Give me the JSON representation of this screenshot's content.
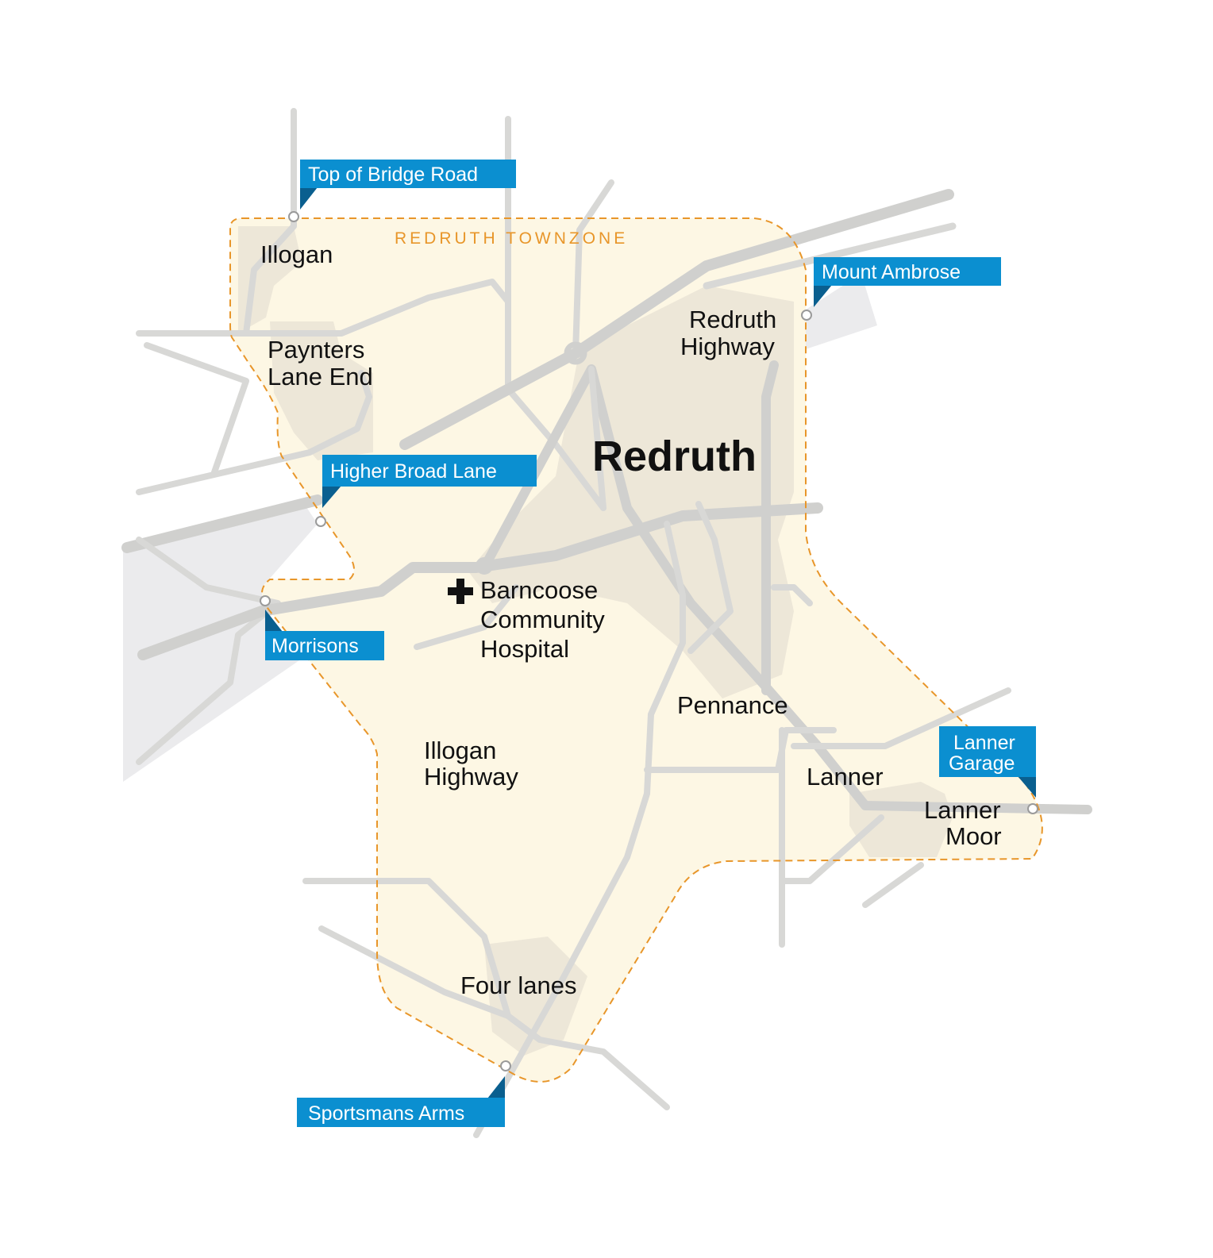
{
  "map": {
    "zone_label": "REDRUTH TOWNZONE",
    "zone_color": "#e8962a",
    "zone_fill": "#fdf7e4",
    "urban_fill": "#ede7d8",
    "outside_fill": "#ebebed",
    "road_color": "#d8d8d6",
    "stop_label_color": "#0b8fd0",
    "stop_flag_dark": "#0a5f8f",
    "hospital_icon": "hospital-cross-icon",
    "places": {
      "illogan": "Illogan",
      "paynters_1": "Paynters",
      "paynters_2": "Lane End",
      "redruth": "Redruth",
      "redruth_highway_1": "Redruth",
      "redruth_highway_2": "Highway",
      "hospital_1": "Barncoose",
      "hospital_2": "Community",
      "hospital_3": "Hospital",
      "pennance": "Pennance",
      "illogan_highway_1": "Illogan",
      "illogan_highway_2": "Highway",
      "lanner": "Lanner",
      "lanner_moor_1": "Lanner",
      "lanner_moor_2": "Moor",
      "four_lanes": "Four lanes"
    },
    "stops": {
      "top_of_bridge_road": "Top of Bridge Road",
      "mount_ambrose": "Mount Ambrose",
      "higher_broad_lane": "Higher Broad Lane",
      "morrisons": "Morrisons",
      "lanner_garage_1": "Lanner",
      "lanner_garage_2": "Garage",
      "sportsmans_arms": "Sportsmans Arms"
    }
  }
}
